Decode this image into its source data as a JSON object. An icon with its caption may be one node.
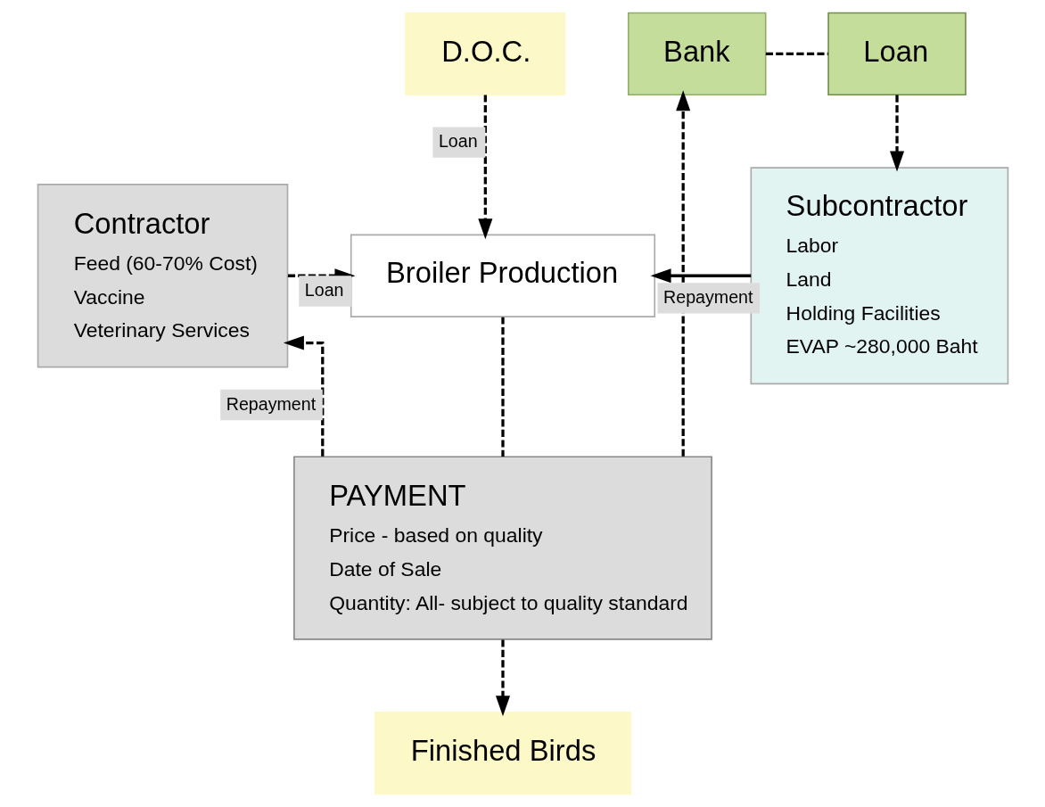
{
  "diagram": {
    "nodes": [
      {
        "text": [
          "D.O.C."
        ]
      },
      {
        "text": [
          "Loan"
        ]
      },
      {
        "text": [
          "Bank"
        ]
      },
      {
        "text": [
          "Contractor",
          "Feed (60-70% Cost)",
          "Vaccine",
          "Veterinary Services"
        ]
      },
      {
        "text": [
          "Broiler Production"
        ]
      },
      {
        "text": [
          "Subcontractor",
          "Labor",
          "Land",
          "Holding Facilities",
          "EVAP ~280,000 Baht"
        ]
      },
      {
        "text": [
          "PAYMENT",
          "Price - based on quality",
          "Date of Sale",
          "Quantity: All- subject to quality standard"
        ]
      },
      {
        "text": [
          "Finished Birds"
        ]
      }
    ],
    "edges": [
      {
        "from": 0,
        "to": 4,
        "arrow": "to",
        "style": "dashed",
        "label": "Loan"
      },
      {
        "from": 2,
        "to": 1,
        "arrow": "none",
        "style": "dashed"
      },
      {
        "from": 1,
        "to": 5,
        "arrow": "to",
        "style": "dashed"
      },
      {
        "from": 3,
        "to": 4,
        "arrow": "to",
        "style": "dashed",
        "label": "Loan"
      },
      {
        "from": 5,
        "to": 4,
        "arrow": "to"
      },
      {
        "from": 4,
        "to": 6,
        "arrow": "none",
        "style": "dashed"
      },
      {
        "from": 6,
        "to": 3,
        "arrow": "to",
        "style": "dashed",
        "label": "Repayment"
      },
      {
        "from": 6,
        "to": 2,
        "arrow": "to",
        "style": "dashed",
        "label": "Repayment"
      },
      {
        "from": 6,
        "to": 7,
        "arrow": "to",
        "style": "dashed"
      }
    ]
  }
}
